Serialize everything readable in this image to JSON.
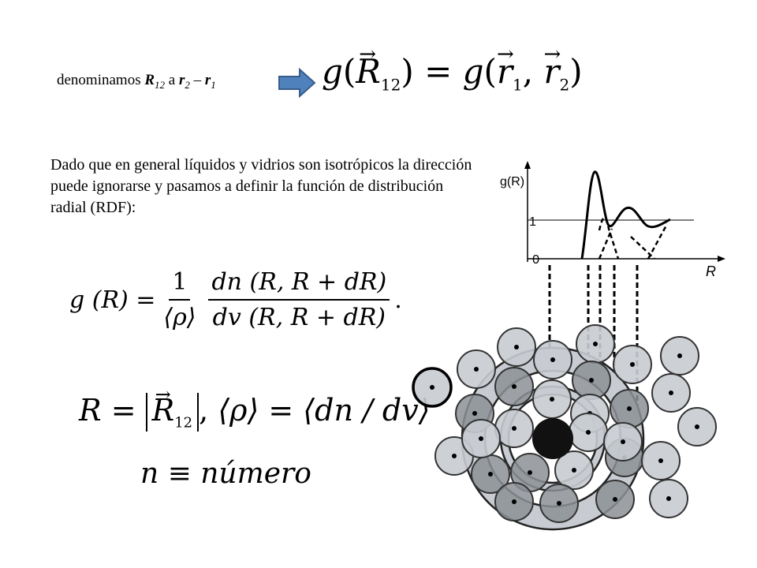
{
  "intro": {
    "text_before": "denominamos ",
    "R": "R",
    "R_sub": "12",
    "text_mid": " a ",
    "r2": "r",
    "r2_sub": "2",
    "minus": " – ",
    "r1": "r",
    "r1_sub": "1"
  },
  "eq_top": {
    "lhs_fn": "g",
    "lhs_var": "R",
    "lhs_sub": "12",
    "equals": " = ",
    "rhs_fn": "g",
    "rhs_var1": "r",
    "rhs_sub1": "1",
    "rhs_var2": "r",
    "rhs_sub2": "2"
  },
  "paragraph": "Dado que en general líquidos y vidrios son isotrópicos la dirección puede ignorarse y pasamos a definir la función de distribución radial (RDF):",
  "eq_rdf": {
    "lhs": "g (R) =",
    "frac1_num": "1",
    "frac1_den": "⟨ρ⟩",
    "frac2_num": "dn (R, R + dR)",
    "frac2_den": "dv (R, R + dR)",
    "end": "."
  },
  "eq_R": {
    "lhs": "R = ",
    "var": "R",
    "sub": "12",
    "sep": ",   ",
    "rho": "⟨ρ⟩ = ⟨dn / dv⟩"
  },
  "eq_n": "n ≡ número",
  "plot": {
    "y_label": "g(R)",
    "tick_1": "1",
    "tick_0": "0",
    "x_label": "R"
  },
  "colors": {
    "arrow_fill": "#4f81bd",
    "arrow_stroke": "#385d8a",
    "particle_fill": "#c8ccd2",
    "shell_fill": "#c8ccd2",
    "overlap_fill": "#8c9096",
    "central": "#111111"
  }
}
